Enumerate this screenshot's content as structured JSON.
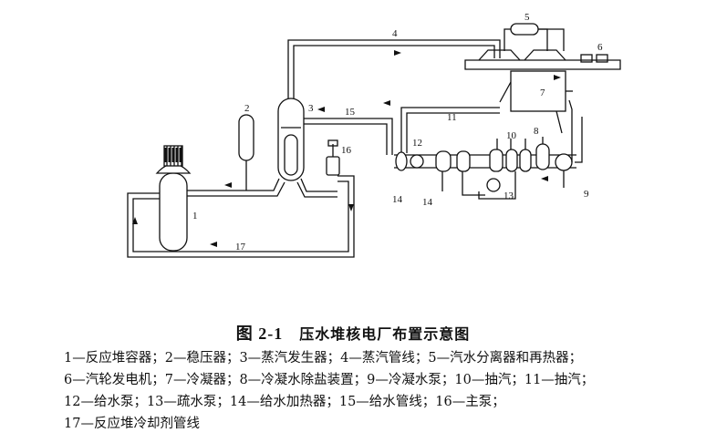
{
  "figure": {
    "number": "图 2-1",
    "title": "压水堆核电厂布置示意图"
  },
  "labels": {
    "n1": "1",
    "n2": "2",
    "n3": "3",
    "n4": "4",
    "n5": "5",
    "n6": "6",
    "n7": "7",
    "n8": "8",
    "n9": "9",
    "n10": "10",
    "n11": "11",
    "n12": "12",
    "n13": "13",
    "n14a": "14",
    "n14b": "14",
    "n15": "15",
    "n16": "16",
    "n17": "17"
  },
  "legend": {
    "line1": "1—反应堆容器；2—稳压器；3—蒸汽发生器；4—蒸汽管线；5—汽水分离器和再热器；",
    "line2": "6—汽轮发电机；7—冷凝器；8—冷凝水除盐装置；9—冷凝水泵；10—抽汽；11—抽汽；",
    "line3": "12—给水泵；13—疏水泵；14—给水加热器；15—给水管线；16—主泵；",
    "line4": "17—反应堆冷却剂管线"
  },
  "colors": {
    "ink": "#111111",
    "paper": "#ffffff"
  }
}
